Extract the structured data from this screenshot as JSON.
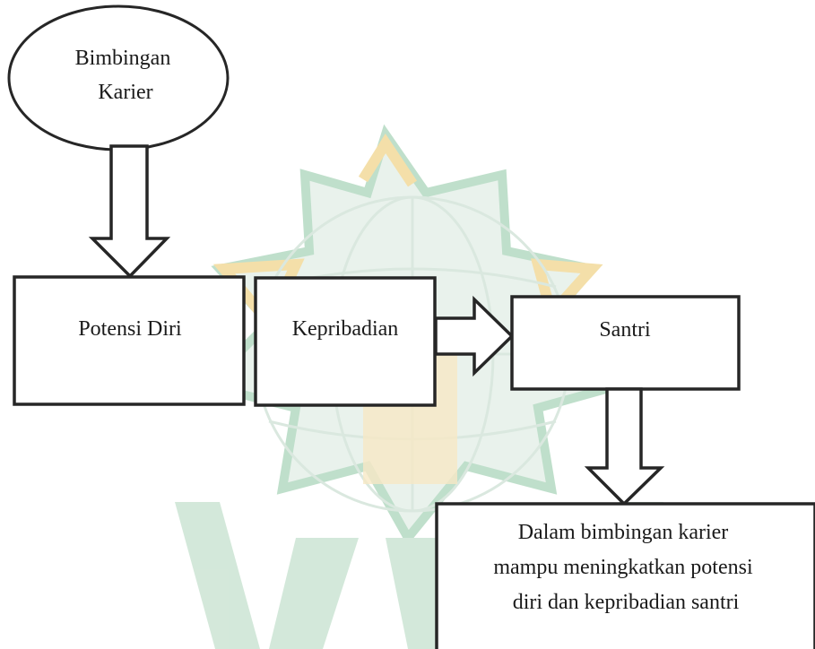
{
  "diagram": {
    "nodes": {
      "start": {
        "lines": [
          "Bimbingan",
          "Karier"
        ]
      },
      "potensi": {
        "label": "Potensi Diri"
      },
      "kepribadian": {
        "label": "Kepribadian"
      },
      "santri": {
        "label": "Santri"
      },
      "result": {
        "lines": [
          "Dalam bimbingan karier",
          "mampu meningkatkan potensi",
          "diri dan kepribadian santri"
        ]
      }
    },
    "watermark": {
      "description": "institution seal (faint green and gold star emblem with globe, building and large letters)",
      "colors": {
        "green": "#b9dcc6",
        "gold": "#f3dca0",
        "globe": "#d7e6dc"
      }
    },
    "colors": {
      "stroke": "#262626",
      "fill": "#ffffff",
      "text": "#1a1a1a"
    }
  }
}
